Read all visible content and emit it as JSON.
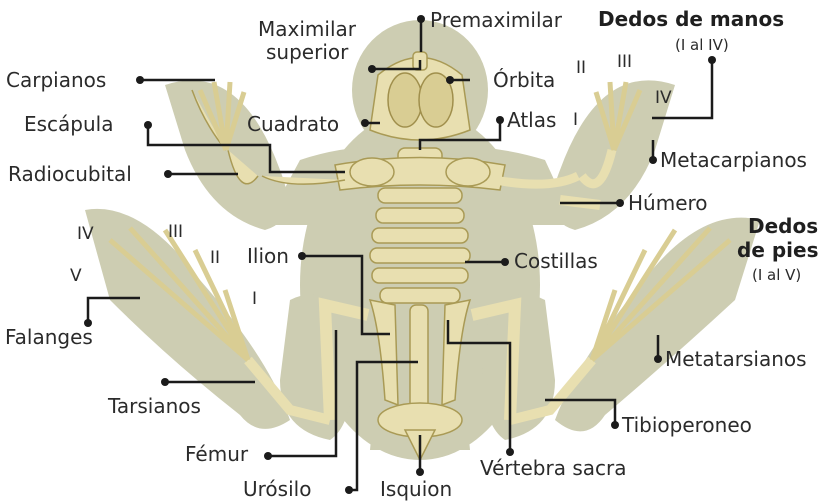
{
  "labels": {
    "maxilar": "Maximilar",
    "superior": "superior",
    "premaxilar": "Premaximilar",
    "carpianos": "Carpianos",
    "orbita": "Órbita",
    "escapula": "Escápula",
    "cuadrato": "Cuadrato",
    "atlas": "Atlas",
    "radiocubital": "Radiocubital",
    "metacarpianos": "Metacarpianos",
    "humero": "Húmero",
    "ilion": "Ilion",
    "costillas": "Costillas",
    "falanges": "Falanges",
    "metatarsianos": "Metatarsianos",
    "tarsianos": "Tarsianos",
    "tibioperoneo": "Tibioperoneo",
    "femur": "Fémur",
    "vertebra_sacra": "Vértebra sacra",
    "urosilo": "Urósilo",
    "isquion": "Isquion"
  },
  "headers": {
    "manos_title": "Dedos de manos",
    "manos_range": "(I al IV)",
    "pies_title_1": "Dedos",
    "pies_title_2": "de pies",
    "pies_range": "(I al V)"
  },
  "finger_numerals": {
    "hand": [
      "I",
      "II",
      "III",
      "IV"
    ],
    "foot": [
      "I",
      "II",
      "III",
      "IV",
      "V"
    ]
  },
  "colors": {
    "silhouette": "#cdcdb2",
    "bone": "#e8dfb0",
    "leader": "#1b1b1b"
  }
}
